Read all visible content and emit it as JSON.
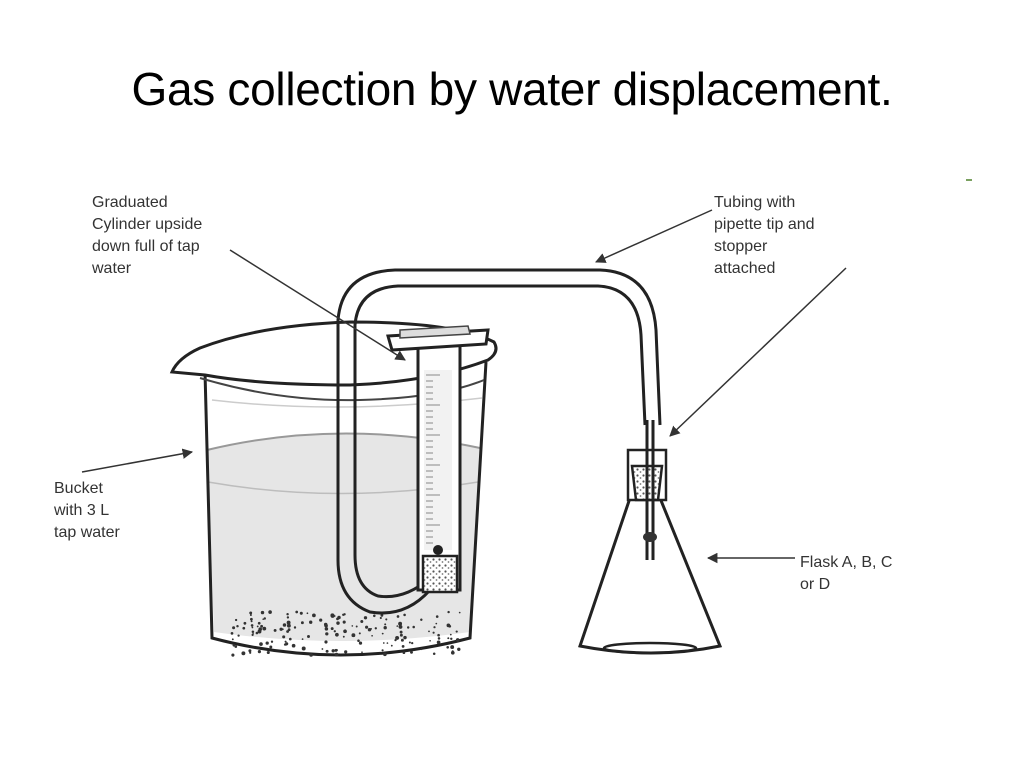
{
  "slide": {
    "title": "Gas collection by water displacement."
  },
  "labels": {
    "cylinder": [
      "Graduated",
      "Cylinder upside",
      "down full of tap",
      "water"
    ],
    "tubing": [
      "Tubing with",
      "pipette tip and",
      "stopper",
      "attached"
    ],
    "bucket": [
      "Bucket",
      "with 3 L",
      "tap water"
    ],
    "flask": [
      "Flask A, B, C",
      "or D"
    ]
  },
  "colors": {
    "stroke": "#222222",
    "water": "#e6e6e6",
    "label_text": "#333333"
  }
}
